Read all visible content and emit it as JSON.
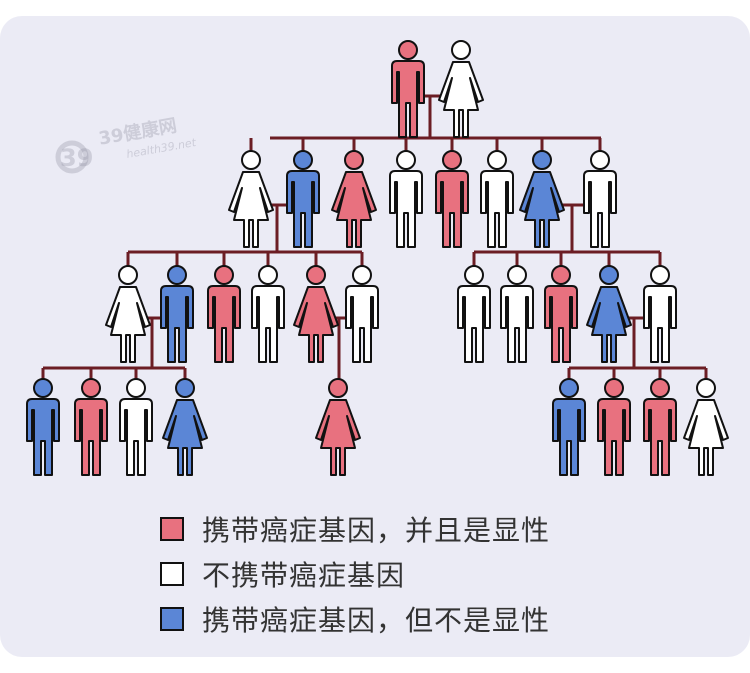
{
  "colors": {
    "carrier_expressed": "#e8717f",
    "non_carrier": "#ffffff",
    "carrier_not_expressed": "#5b86d6",
    "line": "#6b1d24",
    "outline": "#111111"
  },
  "watermark": {
    "logo": "39",
    "text": "39健康网",
    "sub": "health39.net"
  },
  "legend": [
    {
      "status": "carrier_expressed",
      "label": "携带癌症基因，并且是显性"
    },
    {
      "status": "non_carrier",
      "label": "不携带癌症基因"
    },
    {
      "status": "carrier_not_expressed",
      "label": "携带癌症基因，但不是显性"
    }
  ],
  "family": [
    {
      "id": "g0m",
      "sex": "male",
      "status": "carrier_expressed"
    },
    {
      "id": "g0f",
      "sex": "female",
      "status": "non_carrier"
    },
    {
      "id": "a1",
      "sex": "female",
      "status": "non_carrier"
    },
    {
      "id": "a2",
      "sex": "male",
      "status": "carrier_not_expressed"
    },
    {
      "id": "a3",
      "sex": "female",
      "status": "carrier_expressed"
    },
    {
      "id": "a4",
      "sex": "male",
      "status": "non_carrier"
    },
    {
      "id": "a5",
      "sex": "male",
      "status": "carrier_expressed"
    },
    {
      "id": "a6",
      "sex": "male",
      "status": "non_carrier"
    },
    {
      "id": "a7",
      "sex": "female",
      "status": "carrier_not_expressed"
    },
    {
      "id": "a8",
      "sex": "male",
      "status": "non_carrier"
    },
    {
      "id": "b1",
      "sex": "female",
      "status": "non_carrier"
    },
    {
      "id": "b2",
      "sex": "male",
      "status": "carrier_not_expressed"
    },
    {
      "id": "b3",
      "sex": "male",
      "status": "carrier_expressed"
    },
    {
      "id": "b4",
      "sex": "male",
      "status": "non_carrier"
    },
    {
      "id": "b5",
      "sex": "female",
      "status": "carrier_expressed"
    },
    {
      "id": "b6",
      "sex": "male",
      "status": "non_carrier"
    },
    {
      "id": "c1",
      "sex": "male",
      "status": "non_carrier"
    },
    {
      "id": "c2",
      "sex": "male",
      "status": "non_carrier"
    },
    {
      "id": "c3",
      "sex": "male",
      "status": "carrier_expressed"
    },
    {
      "id": "c4",
      "sex": "female",
      "status": "carrier_not_expressed"
    },
    {
      "id": "c5",
      "sex": "male",
      "status": "non_carrier"
    },
    {
      "id": "d1",
      "sex": "male",
      "status": "carrier_not_expressed"
    },
    {
      "id": "d2",
      "sex": "male",
      "status": "carrier_expressed"
    },
    {
      "id": "d3",
      "sex": "male",
      "status": "non_carrier"
    },
    {
      "id": "d4",
      "sex": "female",
      "status": "carrier_not_expressed"
    },
    {
      "id": "e1",
      "sex": "female",
      "status": "carrier_expressed"
    },
    {
      "id": "f1",
      "sex": "male",
      "status": "carrier_not_expressed"
    },
    {
      "id": "f2",
      "sex": "male",
      "status": "carrier_expressed"
    },
    {
      "id": "f3",
      "sex": "male",
      "status": "carrier_expressed"
    },
    {
      "id": "f4",
      "sex": "female",
      "status": "non_carrier"
    }
  ]
}
